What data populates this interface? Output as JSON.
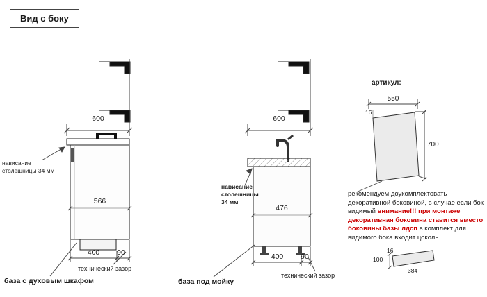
{
  "title": "Вид с боку",
  "oven_base": {
    "label": "база с духовым шкафом",
    "dim_top": "600",
    "dim_depth": "566",
    "dim_bottom_main": "400",
    "dim_bottom_gap": "90",
    "overhang_note": "нависание\nстолешницы 34 мм",
    "gap_note": "технический зазор"
  },
  "sink_base": {
    "label": "база под мойку",
    "dim_top": "600",
    "dim_depth": "476",
    "dim_bottom_main": "400",
    "dim_bottom_gap": "90",
    "overhang_note": "нависание\nстолешницы\n34 мм",
    "gap_note": "технический зазор"
  },
  "side_panel": {
    "heading": "артикул:",
    "dim_width": "550",
    "dim_thickness": "16",
    "dim_height": "700",
    "note_part1": "рекомендуем доукомплектовать декоративной боковиной, в случае если бок видимый ",
    "note_warning": "внимание!!! при монтаже декоративная боковина ставится вместо боковины базы лдсп ",
    "note_part2": "в комплект для видимого бока входит цоколь."
  },
  "plinth": {
    "dim_height": "100",
    "dim_thickness": "16",
    "dim_length": "384"
  },
  "colors": {
    "warning_red": "#cc0000",
    "line": "#222222"
  }
}
